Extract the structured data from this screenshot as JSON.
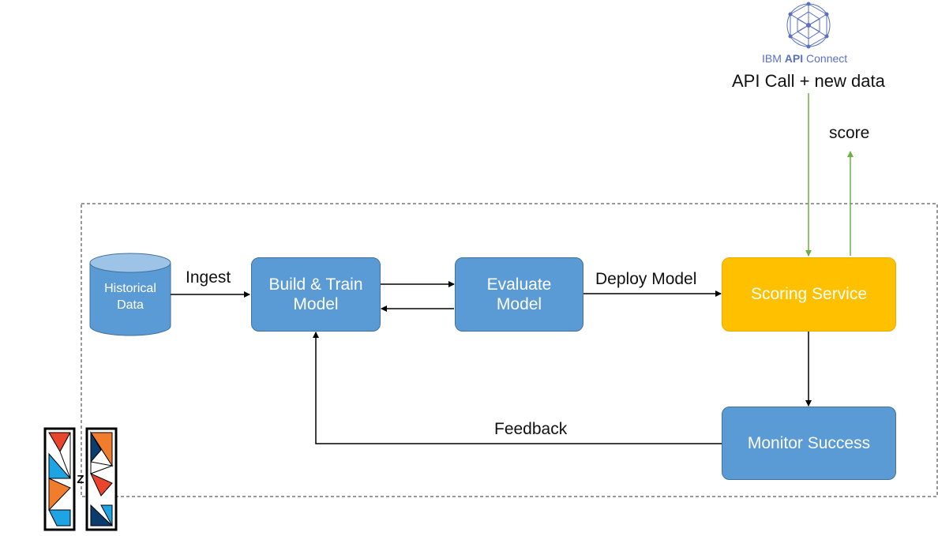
{
  "nodes": {
    "historical_data": "Historical\nData",
    "build_train": "Build & Train\nModel",
    "evaluate": "Evaluate\nModel",
    "scoring": "Scoring Service",
    "monitor": "Monitor Success"
  },
  "edges": {
    "ingest": "Ingest",
    "deploy": "Deploy Model",
    "feedback": "Feedback",
    "api_call": "API Call + new data",
    "score": "score"
  },
  "branding": {
    "ibm": "IBM",
    "api": "API",
    "connect": "Connect",
    "z_mark": "Z"
  },
  "colors": {
    "node_blue": "#5b9bd5",
    "node_yellow": "#ffc000",
    "api_arrow_green": "#70ad47",
    "brand_purple": "#5a6fc4"
  }
}
